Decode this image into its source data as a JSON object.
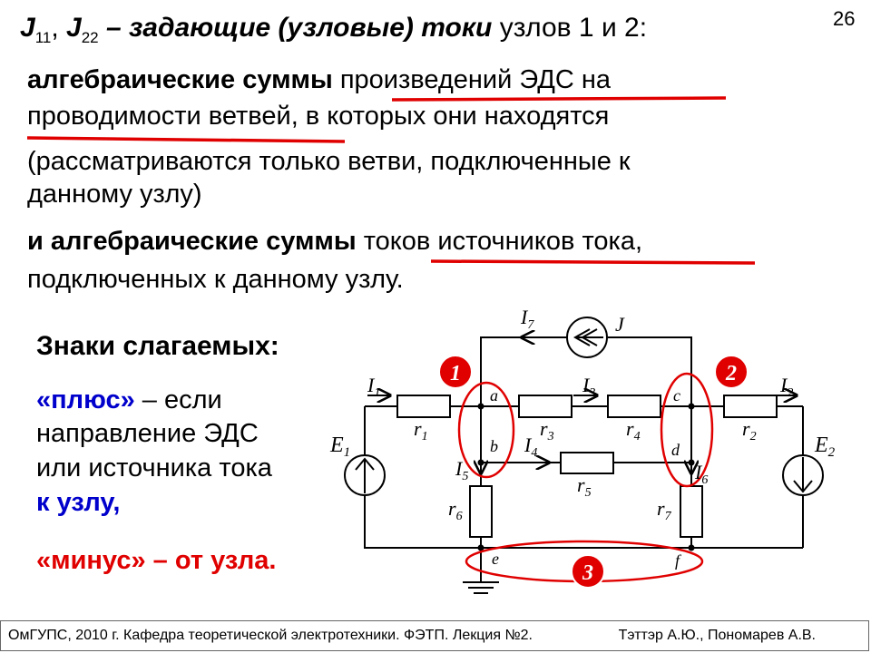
{
  "slide_number": "26",
  "heading": {
    "j1": "J",
    "j1_sub": "11",
    "comma": ", ",
    "j2": "J",
    "j2_sub": "22",
    "rest": " – задающие (узловые) токи ",
    "tail": "узлов 1 и 2:"
  },
  "lines": {
    "l1_bold": "алгебраические суммы ",
    "l1_normal": "произведений ЭДС на",
    "l2": "проводимости ветвей, в которых они находятся",
    "l3": "(рассматриваются только ветви, подключенные к",
    "l4": "данному узлу)",
    "l5_bold": "и алгебраические суммы ",
    "l5_normal": "токов источников тока,",
    "l6": "подключенных к данному узлу."
  },
  "signs": {
    "title": "Знаки слагаемых:",
    "plus_word": "«плюс»",
    "plus_rest": " – если",
    "line2": "направление ЭДС",
    "line3": "или источника тока",
    "line4": "к узлу,",
    "minus": "«минус» – от узла."
  },
  "diagram": {
    "node1": "1",
    "node2": "2",
    "node3": "3",
    "J": "J",
    "I7": "I",
    "I7_sub": "7",
    "I1": "I",
    "I1_sub": "1",
    "I2": "I",
    "I2_sub": "2",
    "I3": "I",
    "I3_sub": "3",
    "I4": "I",
    "I4_sub": "4",
    "I5": "I",
    "I5_sub": "5",
    "I6": "I",
    "I6_sub": "6",
    "r1": "r",
    "r1_sub": "1",
    "r2": "r",
    "r2_sub": "2",
    "r3": "r",
    "r3_sub": "3",
    "r4": "r",
    "r4_sub": "4",
    "r5": "r",
    "r5_sub": "5",
    "r6": "r",
    "r6_sub": "6",
    "r7": "r",
    "r7_sub": "7",
    "E1": "E",
    "E1_sub": "1",
    "E2": "E",
    "E2_sub": "2",
    "a": "a",
    "b": "b",
    "c": "c",
    "d": "d",
    "e": "e",
    "f": "f"
  },
  "footer": {
    "left": "ОмГУПС, 2010 г. Кафедра теоретической электротехники. ФЭТП. Лекция №2.",
    "right": "Тэттэр А.Ю., Пономарев А.В."
  },
  "colors": {
    "red": "#e00000",
    "blue": "#0000cc"
  }
}
